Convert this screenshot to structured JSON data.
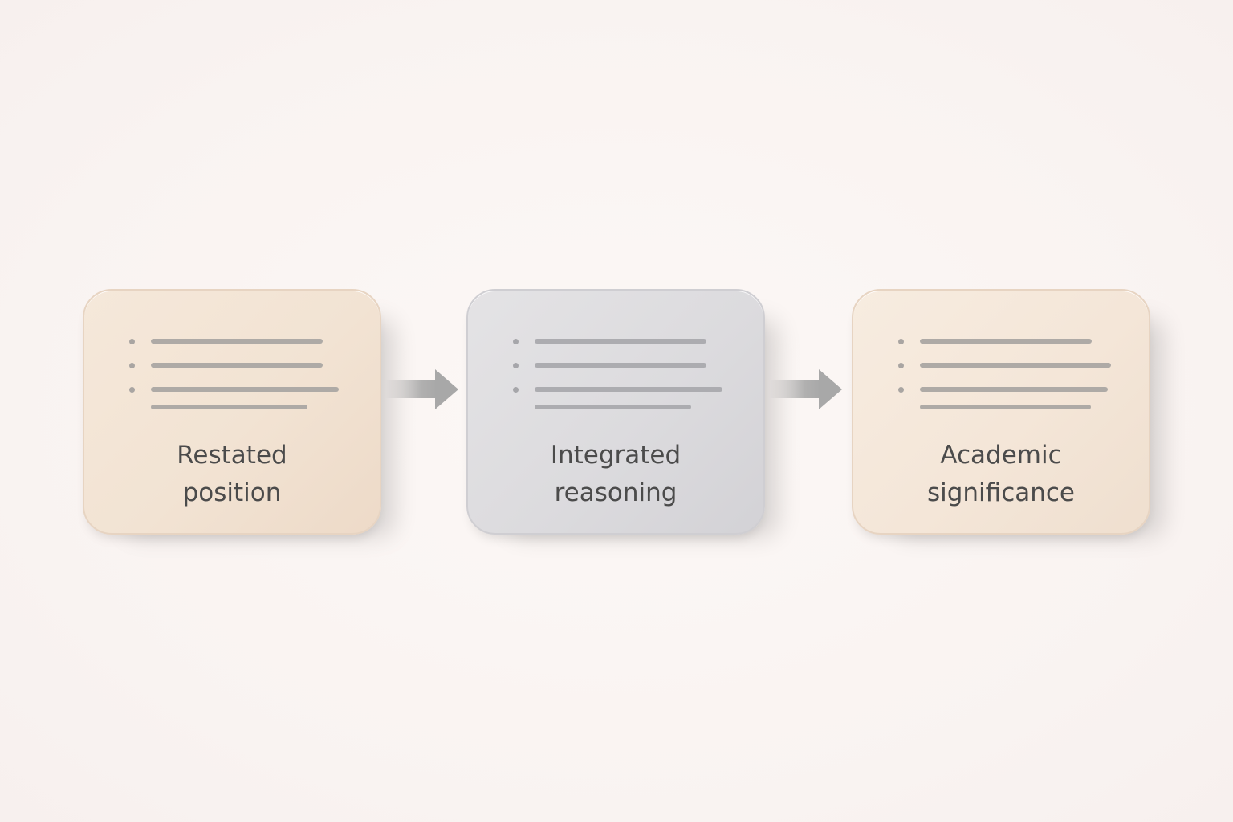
{
  "diagram": {
    "type": "flow",
    "direction": "left-to-right",
    "background_color": "#faf5f3",
    "steps": [
      {
        "label_line1": "Restated",
        "label_line2": "position",
        "style": "warm",
        "fill_color": "#f2e3d3",
        "icon": "bulleted-list-icon"
      },
      {
        "label_line1": "Integrated",
        "label_line2": "reasoning",
        "style": "cool",
        "fill_color": "#dcdbde",
        "icon": "bulleted-list-icon"
      },
      {
        "label_line1": "Academic",
        "label_line2": "significance",
        "style": "warm",
        "fill_color": "#f4e6d8",
        "icon": "bulleted-list-icon"
      }
    ],
    "connectors": [
      {
        "from": 0,
        "to": 1,
        "icon": "arrow-right-icon",
        "color": "#a8a8a8"
      },
      {
        "from": 1,
        "to": 2,
        "icon": "arrow-right-icon",
        "color": "#a8a8a8"
      }
    ]
  }
}
